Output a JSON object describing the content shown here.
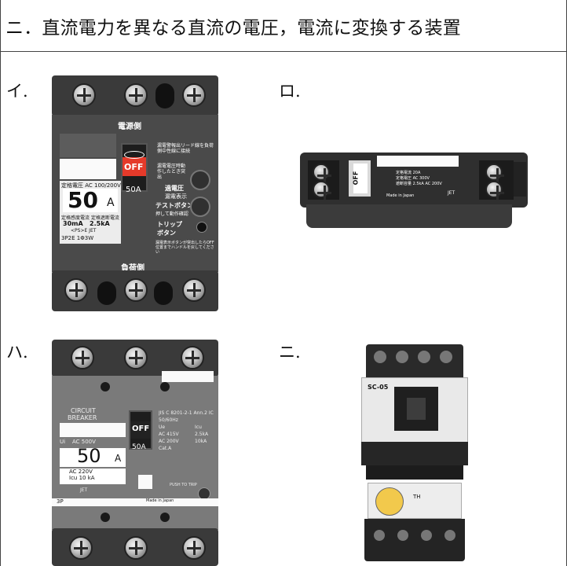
{
  "answer": {
    "text": "ニ．直流電力を異なる直流の電圧，電流に変換する装置"
  },
  "options": [
    {
      "label": "イ."
    },
    {
      "label": "ロ."
    },
    {
      "label": "ハ."
    },
    {
      "label": "ニ."
    }
  ],
  "device_i": {
    "top_text": "電源側",
    "bottom_text": "負荷側",
    "off_label": "OFF",
    "handle_amp": "50A",
    "rating_prefix": "定格電圧",
    "rating_voltage": "AC 100/200V",
    "current_value": "50",
    "current_unit": "A",
    "sens_label": "定格感度電流",
    "sens_value": "30mA",
    "break_label": "定格遮断電流",
    "break_value": "2.5kA",
    "pse_mark": "<PS>E JET",
    "model": "3P2E 1Φ3W",
    "right_note": "漏電警報出リード線を負荷側中性線に接続",
    "leak_note": "漏電電圧時動作したとき突出",
    "leak_title": "過電圧",
    "leak_title2": "漏電表示",
    "test_title": "テストボタン",
    "test_sub": "押して動作確認",
    "trip_title": "トリップ",
    "trip_title2": "ボタン",
    "bottom_note": "漏電表示ボタンが突出したらOFF位置までハンドルを戻してください"
  },
  "device_ro": {
    "off_label": "OFF",
    "spec1": "定格電流 20A",
    "spec2": "定格電圧 AC 300V",
    "spec3": "遮断容量 2.5kA AC 200V",
    "made": "Made in Japan",
    "jet": "JET"
  },
  "device_ha": {
    "title1": "CIRCUIT",
    "title2": "BREAKER",
    "ui_label": "Ui",
    "ui_value": "AC 500V",
    "current_value": "50",
    "current_unit": "A",
    "sub1": "AC 220V",
    "sub2": "Icu 10 kA",
    "off_label": "OFF",
    "handle_amp": "50A",
    "std": "JIS C 8201-2-1 Ann.2 IC",
    "freq": "50/60Hz",
    "ue": "Ue",
    "icu": "Icu",
    "v1": "AC 415V",
    "i1": "2.5kA",
    "v2": "AC 200V",
    "i2": "10kA",
    "cat": "Cat.A",
    "jet": "JET",
    "poles": "3P",
    "made": "Made in Japan",
    "push": "PUSH TO TRIP"
  },
  "device_ni": {
    "model": "SC-05",
    "overload_label": "TH"
  }
}
